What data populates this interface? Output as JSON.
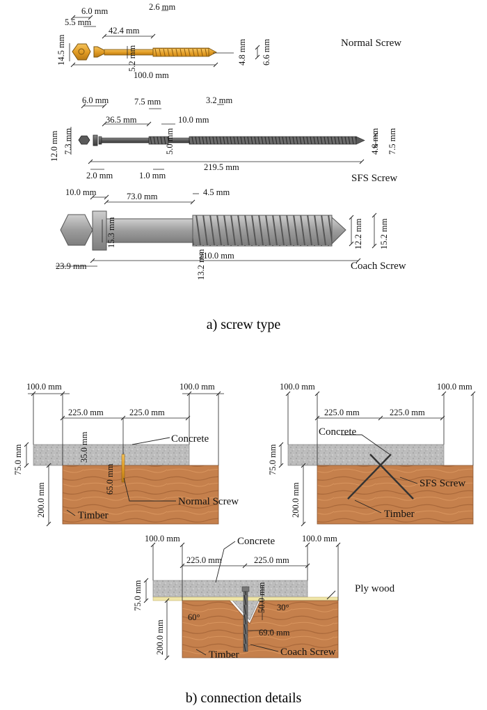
{
  "panel_a": {
    "caption": "a) screw type",
    "normal": {
      "title": "Normal Screw",
      "dims": {
        "head_slot": "6.0 mm",
        "head_w": "5.5 mm",
        "shank_to_thread": "42.4 mm",
        "pitch": "2.6 mm",
        "head_dia": "14.5 mm",
        "shank_dia": "5.2 mm",
        "thread_dia": "4.8 mm",
        "outer_dia": "6.6 mm",
        "length": "100.0 mm"
      }
    },
    "sfs": {
      "title": "SFS Screw",
      "dims": {
        "head": "6.0 mm",
        "collar": "7.5 mm",
        "pitch": "3.2 mm",
        "shank": "36.5 mm",
        "upper_thread": "10.0 mm",
        "head_dia": "12.0 mm",
        "washer_dia": "7.3 mm",
        "shank_dia": "5.0 mm",
        "core_dia": "4.8 mm",
        "outer_dia": "7.5 mm",
        "head_len": "2.0 mm",
        "gap": "1.0 mm",
        "length": "219.5 mm"
      }
    },
    "coach": {
      "title": "Coach Screw",
      "dims": {
        "head_len": "10.0 mm",
        "shank": "73.0 mm",
        "pitch": "4.5 mm",
        "head_dia": "23.9 mm",
        "shank_dia": "15.3 mm",
        "core_dia": "12.2 mm",
        "outer_dia": "15.2 mm",
        "length": "210.0 mm",
        "shank_off": "13.2 mm"
      }
    }
  },
  "panel_b": {
    "caption": "b) connection details",
    "dims": {
      "overhang": "100.0 mm",
      "spacing": "225.0 mm",
      "slab": "75.0 mm",
      "beam": "200.0 mm",
      "cover": "35.0 mm",
      "embed": "65.0 mm",
      "notch_depth": "50.0 mm",
      "coach_embed": "69.0 mm",
      "angle_left": "60°",
      "angle_right": "30°"
    },
    "labels": {
      "concrete": "Concrete",
      "timber": "Timber",
      "normal_screw": "Normal Screw",
      "sfs_screw": "SFS Screw",
      "coach_screw": "Coach Screw",
      "plywood": "Ply wood"
    }
  },
  "colors": {
    "normal_screw": "#e3a02a",
    "steel": "#a8a8a8",
    "concrete": "#b8b8b8",
    "timber": "#c17a45",
    "plywood": "#f0e6a8"
  }
}
